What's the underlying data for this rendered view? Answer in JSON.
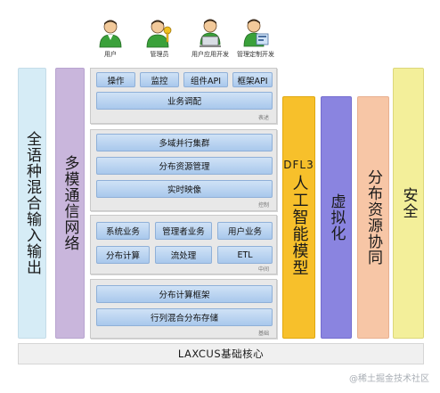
{
  "users": [
    {
      "label": "用户",
      "icon": "user-icon"
    },
    {
      "label": "管理员",
      "icon": "admin-key-icon"
    },
    {
      "label": "用户应用开发",
      "icon": "developer-laptop-icon"
    },
    {
      "label": "管理定制开发",
      "icon": "custom-dev-icon"
    }
  ],
  "left_pillars": [
    {
      "text": "全语种混合输入输出"
    },
    {
      "text": "多模通信网络"
    }
  ],
  "layers": {
    "presentation": {
      "buttons": [
        "操作",
        "监控",
        "组件API",
        "框架API"
      ],
      "bar": "业务调配",
      "tag": "表述"
    },
    "control": {
      "bars": [
        "多域并行集群",
        "分布资源管理",
        "实时映像"
      ],
      "tag": "控制"
    },
    "middle": {
      "row1": [
        "系统业务",
        "管理者业务",
        "用户业务"
      ],
      "row2": [
        "分布计算",
        "流处理",
        "ETL"
      ],
      "tag": "中间"
    },
    "base": {
      "bars": [
        "分布计算框架",
        "行列混合分布存储"
      ],
      "tag": "基础"
    }
  },
  "right_pillars": [
    {
      "top": "DFL3",
      "text": "人工智能模型"
    },
    {
      "text": "虚拟化"
    },
    {
      "text": "分布资源协同"
    },
    {
      "text": "安全"
    }
  ],
  "footer": {
    "core": "LAXCUS基础核心"
  },
  "watermark": "@稀土掘金技术社区",
  "colors": {
    "left1": "#d6ecf6",
    "left2": "#c9b6dc",
    "dfl": "#f7c02b",
    "virt": "#8a84e0",
    "dist": "#f7c6a6",
    "safe": "#f3ef9a",
    "bluebtn": "#b5d0ef"
  }
}
